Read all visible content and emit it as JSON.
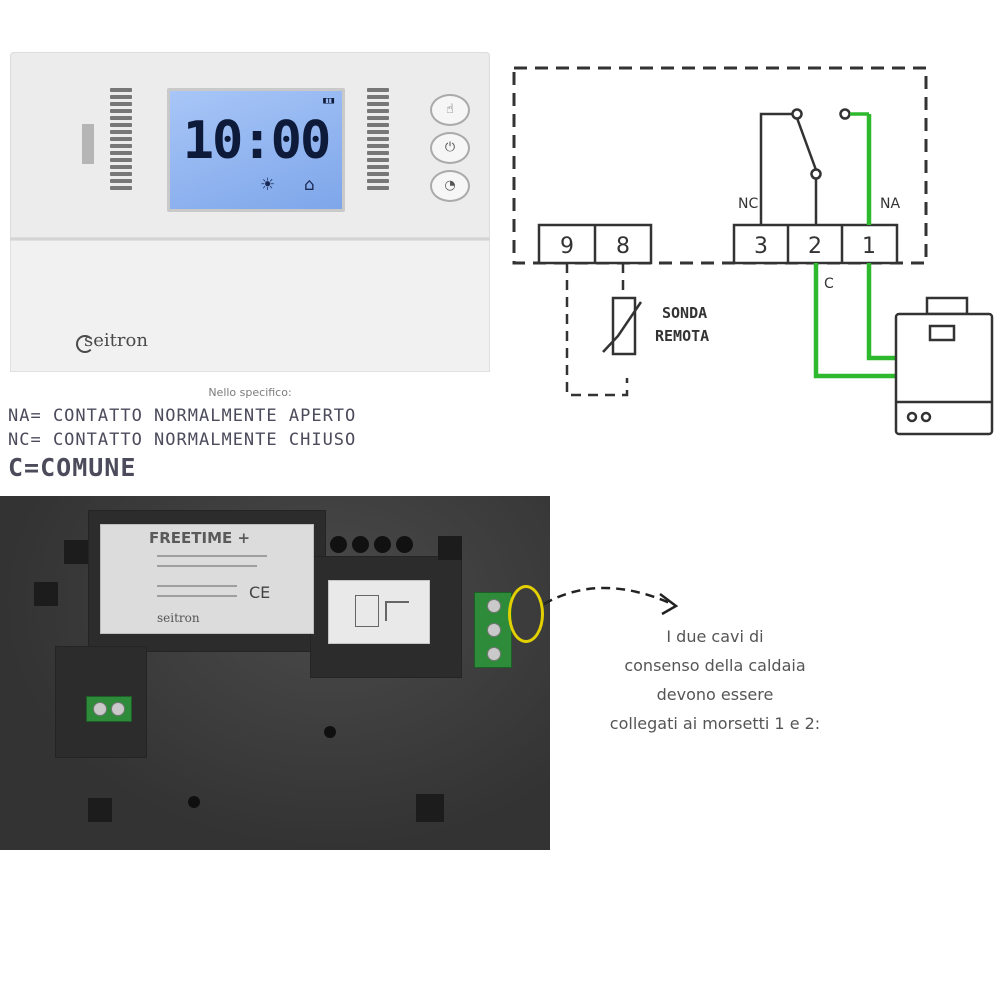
{
  "thermostat": {
    "time": "10:00",
    "brand": "seitron"
  },
  "wiring_diagram": {
    "terminals_left": [
      "9",
      "8"
    ],
    "terminals_right": [
      "3",
      "2",
      "1"
    ],
    "label_nc": "NC",
    "label_na": "NA",
    "label_c": "C",
    "probe_label_line1": "SONDA",
    "probe_label_line2": "REMOTA",
    "colors": {
      "wire_green": "#2eb82e",
      "line_dark": "#333333"
    }
  },
  "legend": {
    "intro": "Nello specifico:",
    "na": "NA= CONTATTO NORMALMENTE APERTO",
    "nc": "NC= CONTATTO NORMALMENTE CHIUSO",
    "c": "C=COMUNE"
  },
  "backplate": {
    "label_title": "FREETIME +",
    "label_brand": "seitron"
  },
  "description": {
    "line1": "I due cavi di",
    "line2": "consenso della caldaia",
    "line3": "devono essere",
    "line4": "collegati ai morsetti 1 e 2:"
  }
}
